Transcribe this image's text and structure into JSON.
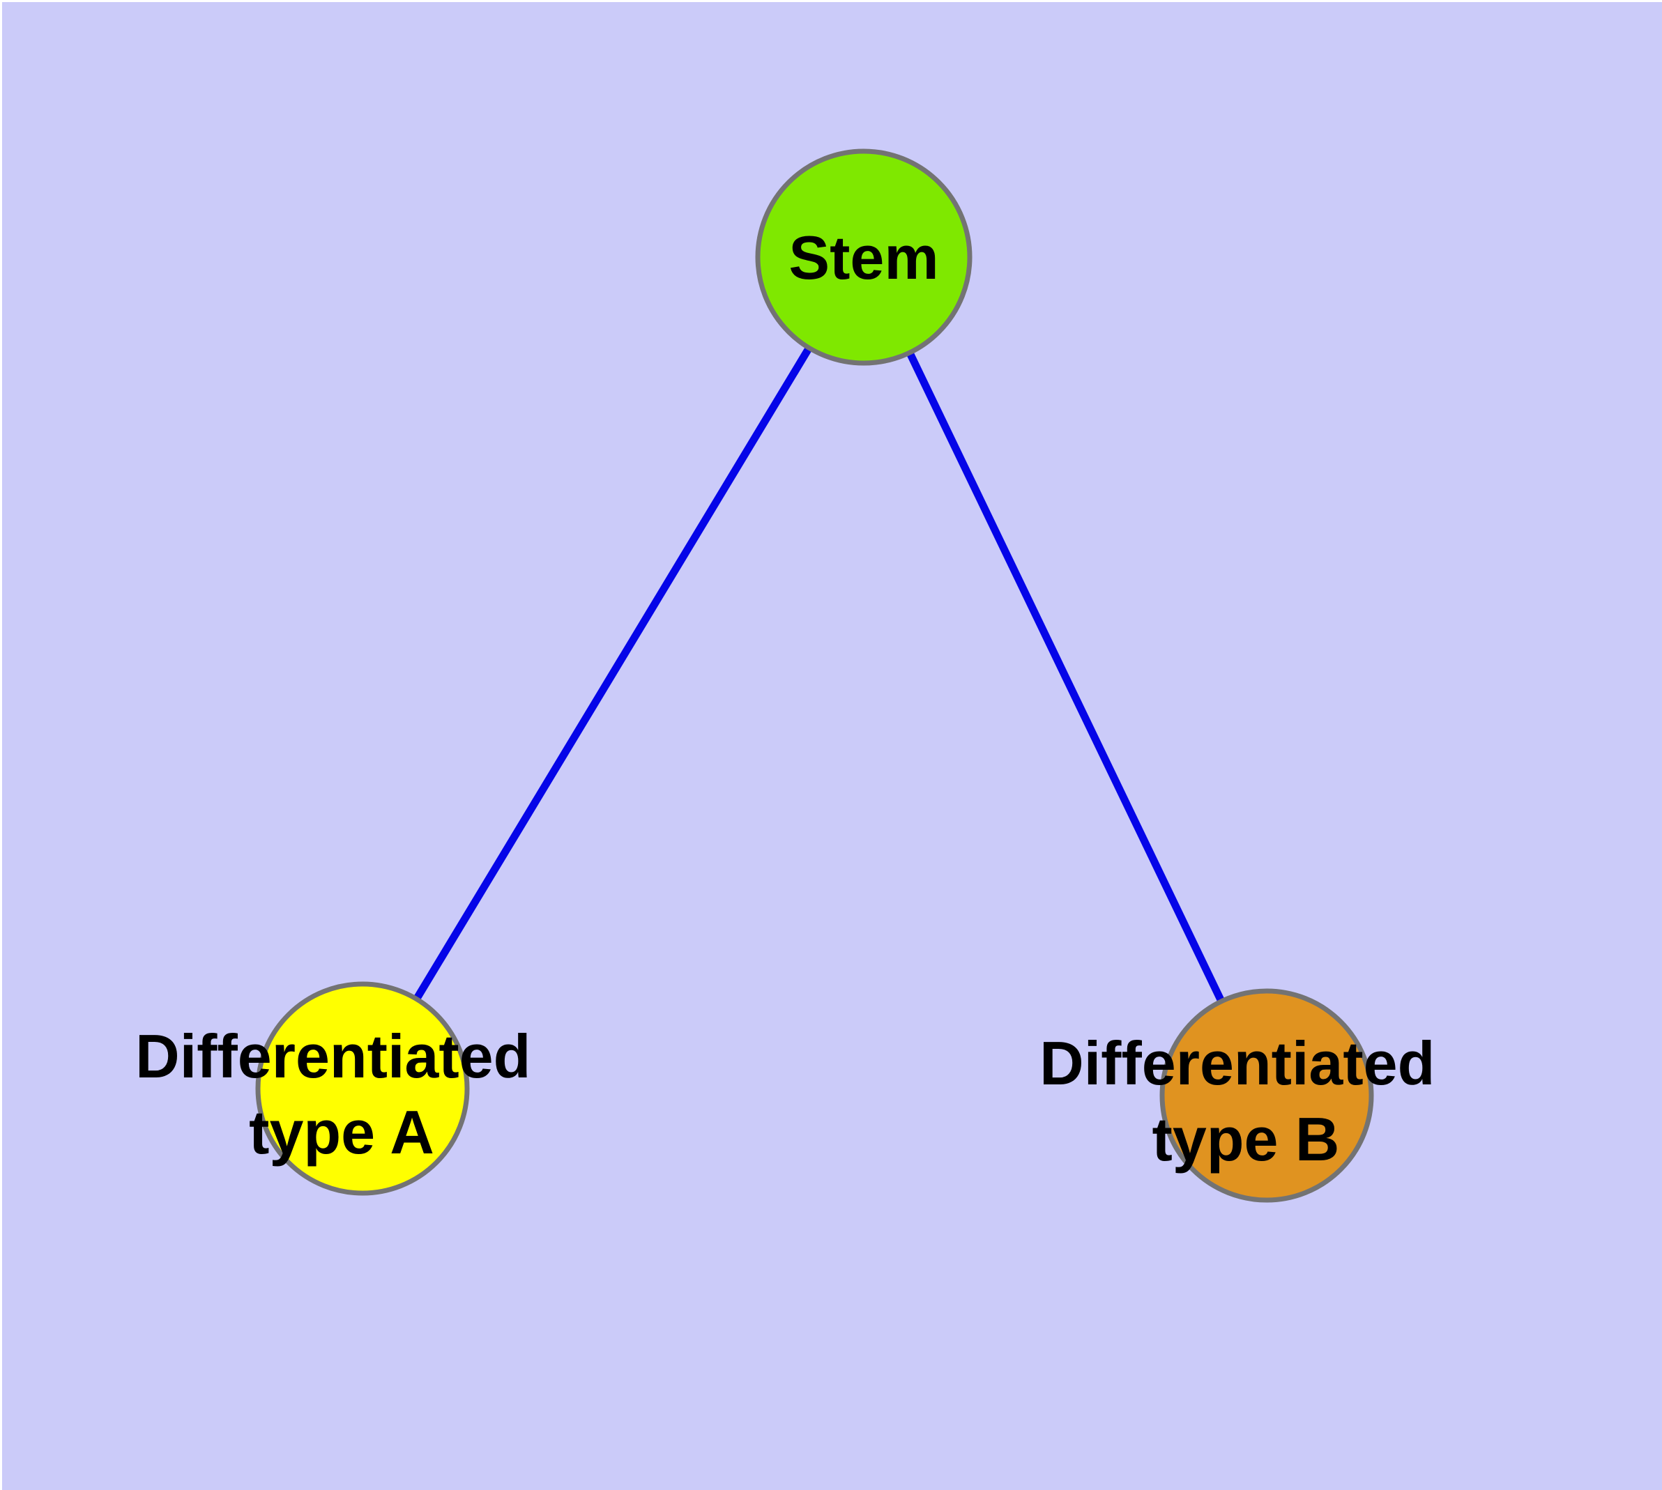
{
  "diagram": {
    "background_color": "#CBCBF9",
    "margin_color": "#FFFFFF",
    "edge_color": "#0505E8",
    "node_border_color": "#737373",
    "nodes": {
      "stem": {
        "label": "Stem",
        "fill": "#7FE800"
      },
      "diff_a": {
        "lines": [
          "Differentiated",
          "type A"
        ],
        "fill": "#FFFF00"
      },
      "diff_b": {
        "lines": [
          "Differentiated",
          "type B"
        ],
        "fill": "#E09320"
      }
    },
    "edges": [
      {
        "from": "stem",
        "to": "diff_a"
      },
      {
        "from": "stem",
        "to": "diff_b"
      }
    ]
  }
}
